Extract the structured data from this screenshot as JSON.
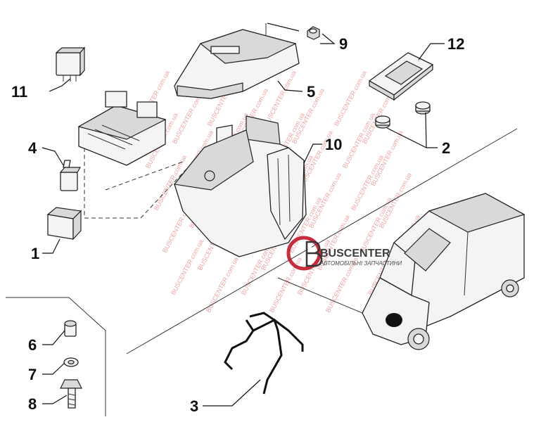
{
  "callouts": [
    {
      "id": "1",
      "label": "1"
    },
    {
      "id": "2",
      "label": "2"
    },
    {
      "id": "3",
      "label": "3"
    },
    {
      "id": "4",
      "label": "4"
    },
    {
      "id": "5",
      "label": "5"
    },
    {
      "id": "6",
      "label": "6"
    },
    {
      "id": "7",
      "label": "7"
    },
    {
      "id": "8",
      "label": "8"
    },
    {
      "id": "9",
      "label": "9"
    },
    {
      "id": "10",
      "label": "10"
    },
    {
      "id": "11",
      "label": "11"
    },
    {
      "id": "12",
      "label": "12"
    }
  ],
  "watermark": {
    "brand": "BUSCENTER",
    "tagline": "АВТОМОБІЛЬНІ ЗАПЧАСТИНИ",
    "repeat_text": "BUSCENTER.com.ua",
    "color": "#e05555",
    "logo_color": "#c0182a"
  }
}
